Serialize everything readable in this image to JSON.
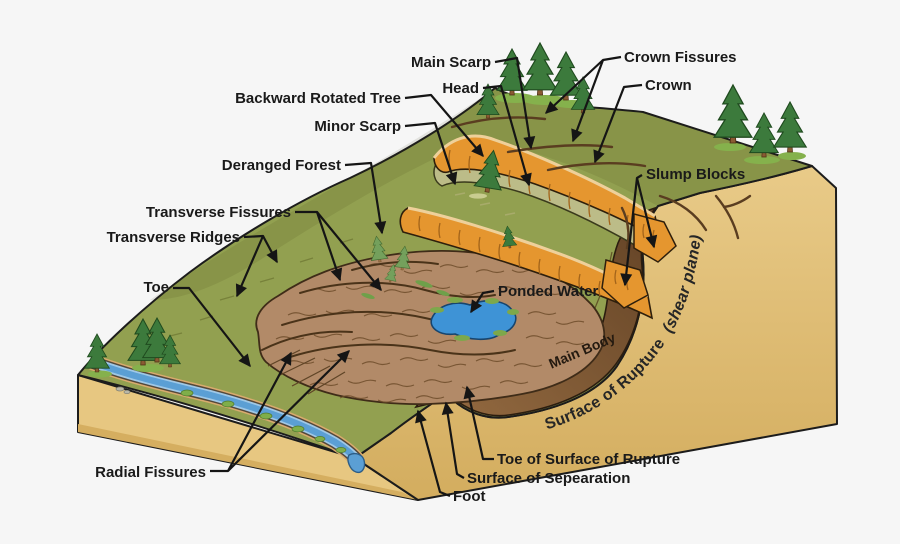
{
  "labels": {
    "main_scarp": "Main Scarp",
    "crown_fissures": "Crown Fissures",
    "crown": "Crown",
    "head": "Head",
    "backward_rotated_tree": "Backward Rotated Tree",
    "minor_scarp": "Minor Scarp",
    "deranged_forest": "Deranged Forest",
    "slump_blocks": "Slump Blocks",
    "transverse_fissures": "Transverse Fissures",
    "transverse_ridges": "Transverse Ridges",
    "toe": "Toe",
    "ponded_water": "Ponded Water",
    "main_body": "Main Body",
    "surface_of_rupture": "Surface of Rupture",
    "shear_plane": "(shear plane)",
    "radial_fissures": "Radial Fissures",
    "toe_of_surface_of_rupture": "Toe of Surface of Rupture",
    "surface_of_separation": "Surface of Sepearation",
    "foot": "Foot"
  },
  "colors": {
    "background": "#f6f6f6",
    "hill_green": "#92a050",
    "bench_green": "#bcbc88",
    "scarp_orange": "#e5962f",
    "body_brown": "#b28a68",
    "flank_brown": "#7a5631",
    "rock_tan_light": "#e7c781",
    "water_blue": "#5b9fd4",
    "pond_blue": "#3e93d6",
    "tree_green": "#3c7a3c",
    "label_color": "#1a1a1a"
  }
}
